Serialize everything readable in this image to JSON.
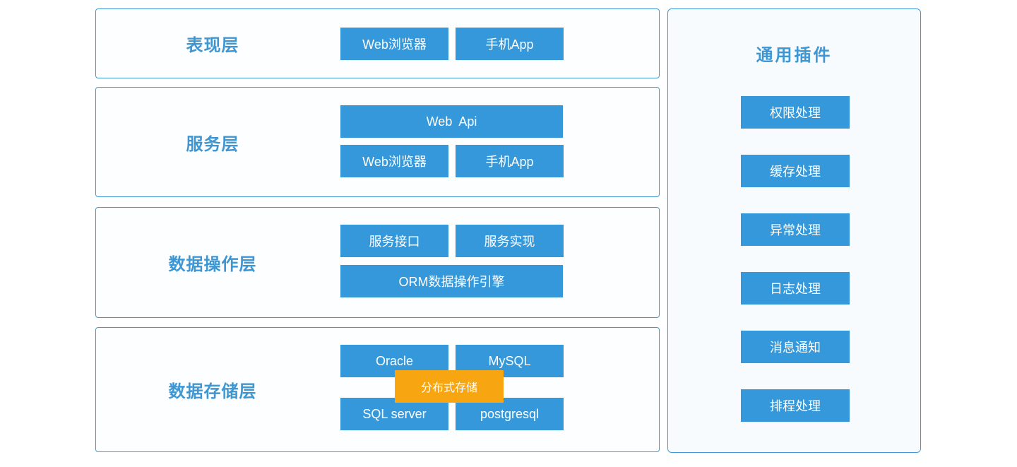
{
  "layers": [
    {
      "title": "表现层",
      "row1": [
        "Web浏览器",
        "手机App"
      ]
    },
    {
      "title": "服务层",
      "wide": "Web  Api",
      "row1": [
        "Web浏览器",
        "手机App"
      ]
    },
    {
      "title": "数据操作层",
      "row1": [
        "服务接口",
        "服务实现"
      ],
      "wide": "ORM数据操作引擎"
    },
    {
      "title": "数据存储层",
      "row1": [
        "Oracle",
        "MySQL"
      ],
      "row2": [
        "SQL server",
        "postgresql"
      ],
      "overlay": "分布式存储"
    }
  ],
  "plugins": {
    "title": "通用插件",
    "items": [
      "权限处理",
      "缓存处理",
      "异常处理",
      "日志处理",
      "消息通知",
      "排程处理"
    ]
  },
  "colors": {
    "block_blue": "#3598db",
    "overlay_orange": "#f7a611",
    "heading_blue": "#3e97d3",
    "border_blue": "#4099d6",
    "panel_bg": "#f7fbfe"
  }
}
